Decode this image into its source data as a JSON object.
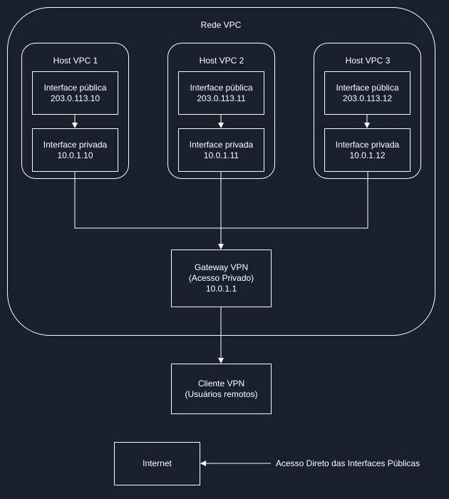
{
  "vpc": {
    "title": "Rede VPC"
  },
  "hosts": [
    {
      "title": "Host VPC 1",
      "public_label": "Interface pública",
      "public_ip": "203.0.113.10",
      "private_label": "Interface privada",
      "private_ip": "10.0.1.10"
    },
    {
      "title": "Host VPC 2",
      "public_label": "Interface pública",
      "public_ip": "203.0.113.11",
      "private_label": "Interface privada",
      "private_ip": "10.0.1.11"
    },
    {
      "title": "Host VPC 3",
      "public_label": "Interface pública",
      "public_ip": "203.0.113.12",
      "private_label": "Interface privada",
      "private_ip": "10.0.1.12"
    }
  ],
  "gateway": {
    "line1": "Gateway VPN",
    "line2": "(Acesso Privado)",
    "line3": "10.0.1.1"
  },
  "client": {
    "line1": "Cliente VPN",
    "line2": "(Usuários remotos)"
  },
  "internet": {
    "label": "Internet"
  },
  "internet_note": {
    "text": "Acesso Direto das Interfaces Públicas"
  },
  "colors": {
    "background": "#18202e",
    "stroke": "#ffffff"
  }
}
